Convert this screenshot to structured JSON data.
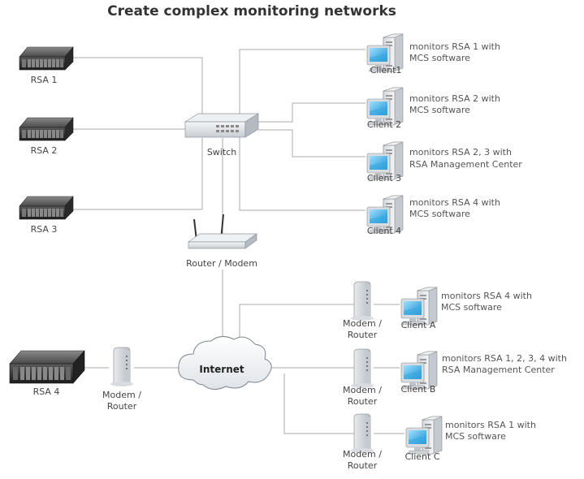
{
  "title": "Create complex monitoring networks",
  "servers": {
    "rsa1": "RSA 1",
    "rsa2": "RSA 2",
    "rsa3": "RSA 3",
    "rsa4": "RSA 4"
  },
  "switch_label": "Switch",
  "router_modem_label": "Router / Modem",
  "internet_label": "Internet",
  "modem_router_line1": "Modem /",
  "modem_router_line2": "Router",
  "clients": [
    {
      "label": "Client1",
      "desc1": "monitors RSA 1 with",
      "desc2": "MCS software"
    },
    {
      "label": "Client 2",
      "desc1": "monitors RSA 2 with",
      "desc2": "MCS software"
    },
    {
      "label": "Client 3",
      "desc1": "monitors RSA 2, 3 with",
      "desc2": "RSA Management Center"
    },
    {
      "label": "Client 4",
      "desc1": "monitors RSA 4 with",
      "desc2": "MCS software"
    }
  ],
  "remote_clients": [
    {
      "label": "Client A",
      "desc1": "monitors RSA 4 with",
      "desc2": "MCS software"
    },
    {
      "label": "Client B",
      "desc1": "monitors RSA 1, 2, 3, 4  with",
      "desc2": "RSA Management Center"
    },
    {
      "label": "Client C",
      "desc1": "monitors RSA 1 with",
      "desc2": "MCS software"
    }
  ]
}
